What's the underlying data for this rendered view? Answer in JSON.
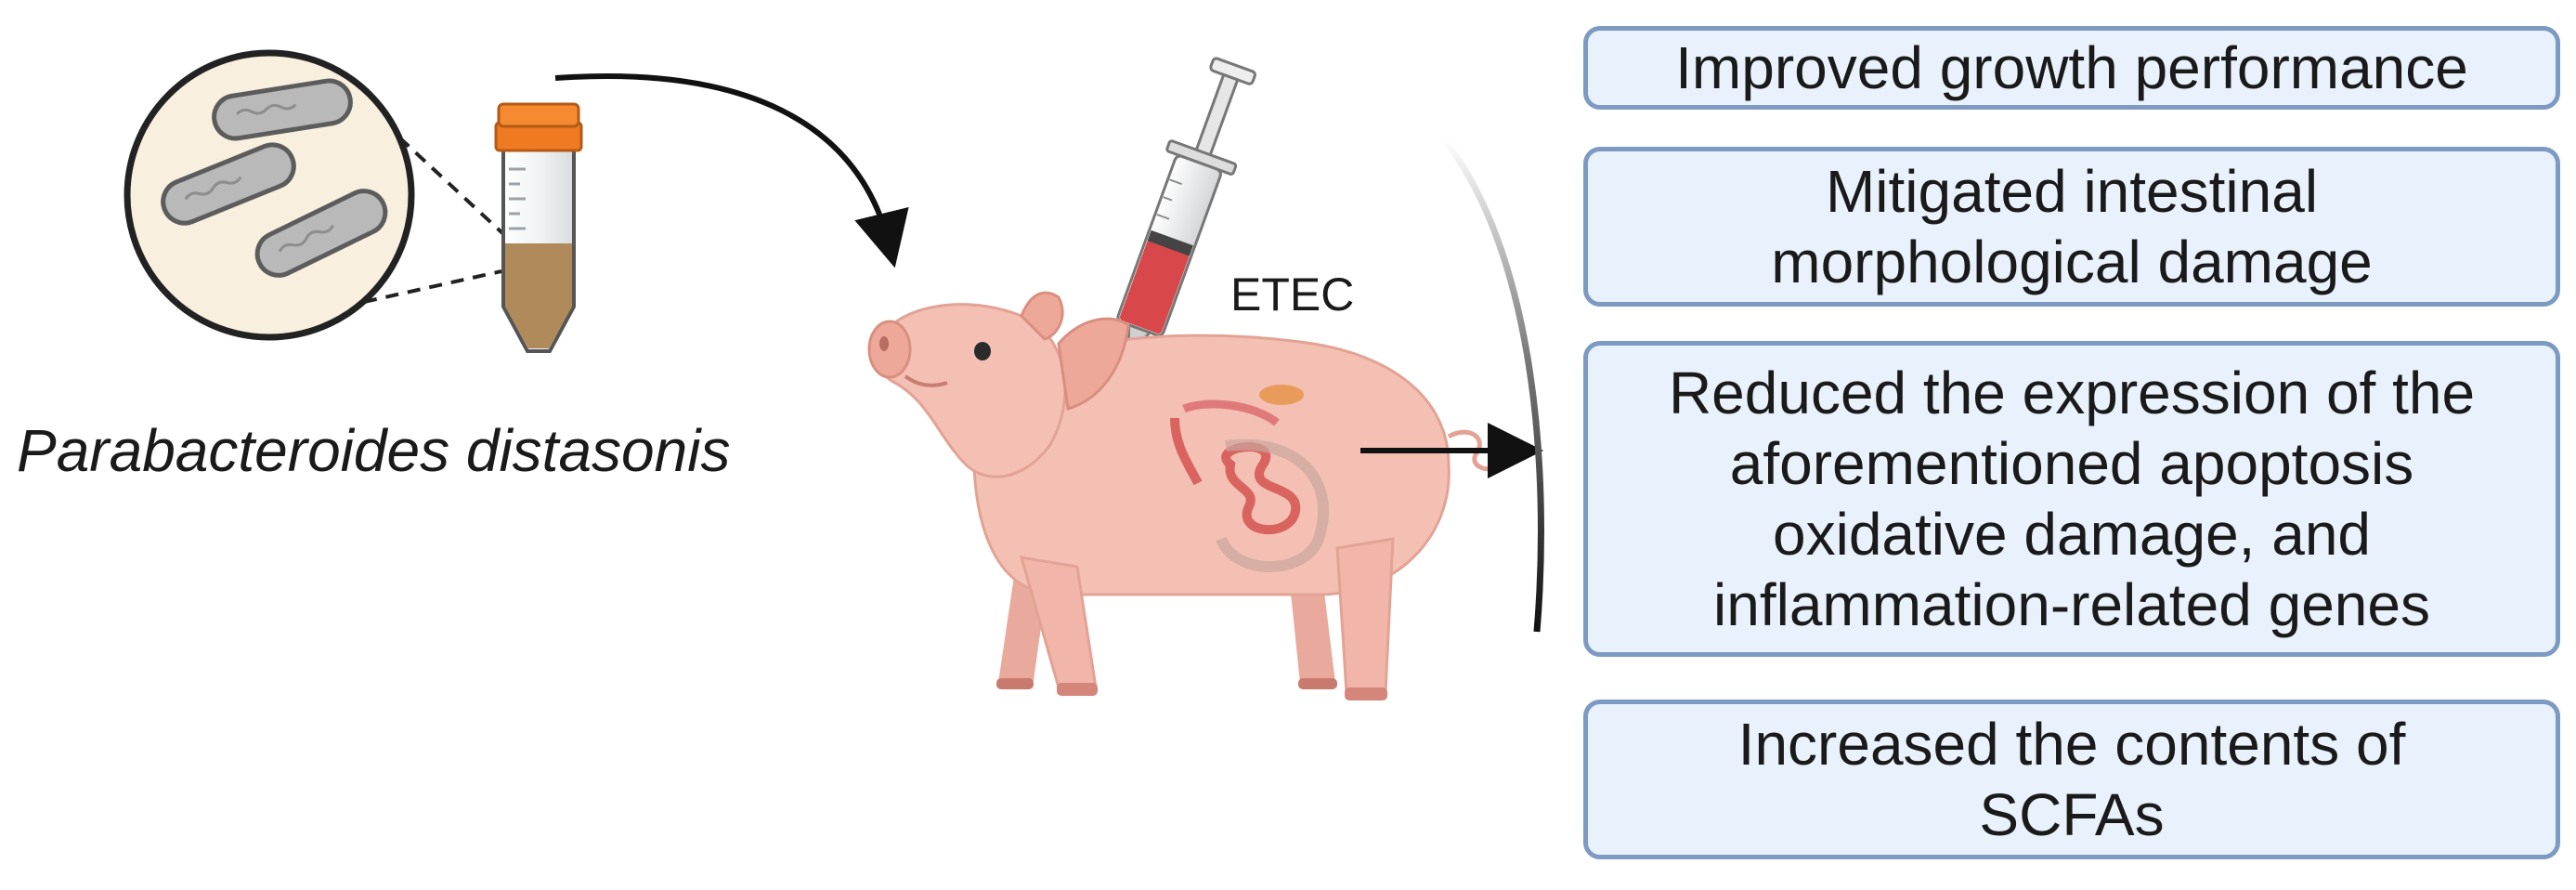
{
  "species": {
    "label": "Parabacteroides distasonis"
  },
  "injection": {
    "label": "ETEC"
  },
  "outcomes": [
    {
      "lines": [
        "Improved growth performance"
      ]
    },
    {
      "lines": [
        "Mitigated intestinal",
        "morphological damage"
      ]
    },
    {
      "lines": [
        "Reduced the expression of the",
        "aforementioned apoptosis",
        "oxidative damage, and",
        "inflammation-related genes"
      ]
    },
    {
      "lines": [
        "Increased the contents of",
        "SCFAs"
      ]
    }
  ],
  "colors": {
    "box_fill": "#e9f2fc",
    "box_border": "#7d9ac3",
    "pig_skin": "#f4c0b4",
    "tube_cap": "#f07a22",
    "culture": "#b08a5a",
    "syringe_liquid": "#d8474a",
    "petri_fill": "#f8efdf"
  },
  "icons": [
    "petri-dish-icon",
    "bacteria-icon",
    "culture-tube-icon",
    "syringe-icon",
    "pig-icon",
    "intestine-icon"
  ]
}
